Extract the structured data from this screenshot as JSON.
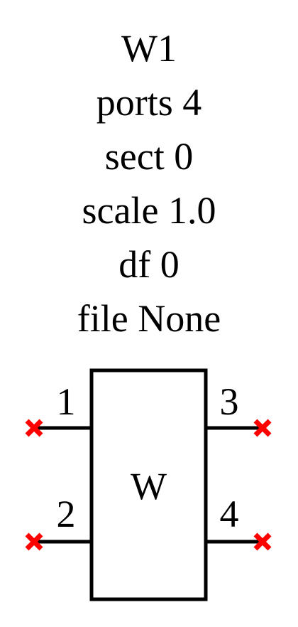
{
  "component": {
    "name": "W1",
    "properties": [
      {
        "key": "ports",
        "value": "4",
        "text": "ports 4"
      },
      {
        "key": "sect",
        "value": "0",
        "text": "sect 0"
      },
      {
        "key": "scale",
        "value": "1.0",
        "text": "scale 1.0"
      },
      {
        "key": "df",
        "value": "0",
        "text": "df 0"
      },
      {
        "key": "file",
        "value": "None",
        "text": "file None"
      }
    ],
    "symbol_label": "W",
    "ports": [
      {
        "number": "1",
        "side": "left"
      },
      {
        "number": "2",
        "side": "left"
      },
      {
        "number": "3",
        "side": "right"
      },
      {
        "number": "4",
        "side": "right"
      }
    ]
  },
  "colors": {
    "line": "#000000",
    "port_marker": "#ff0000",
    "background": "#ffffff"
  },
  "icons": {
    "port_marker": "x-cross-marker"
  }
}
